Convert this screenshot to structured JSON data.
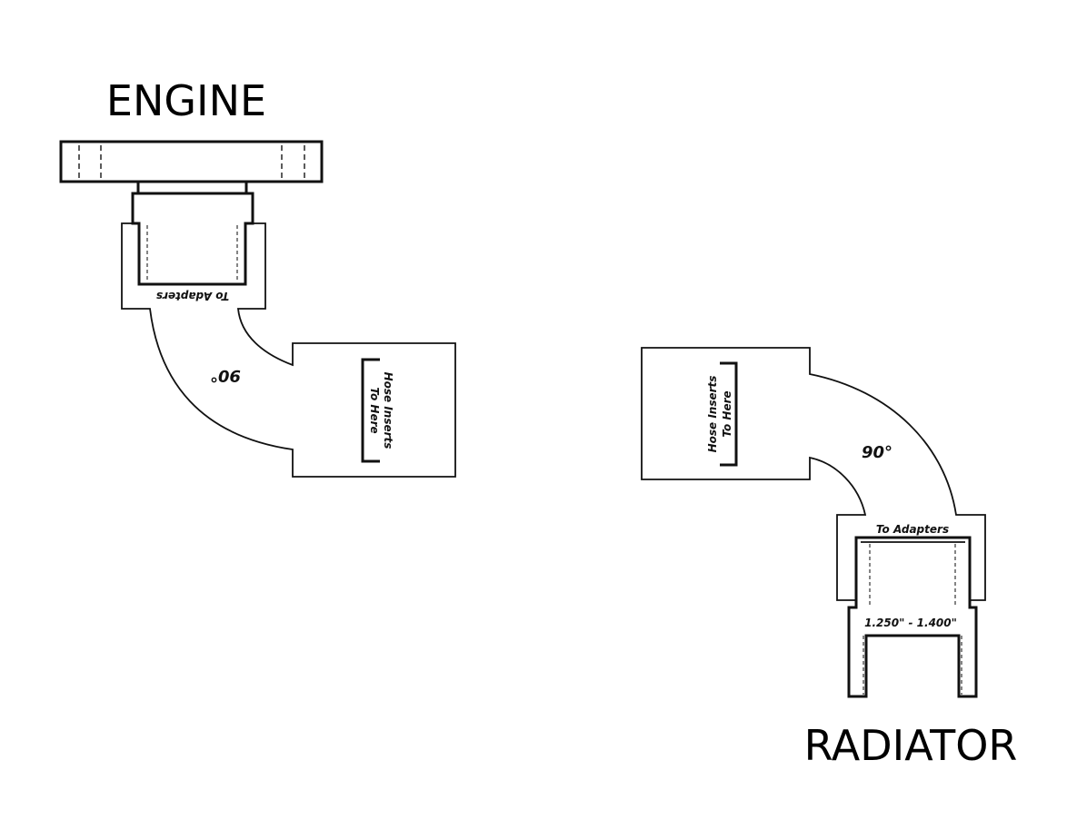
{
  "diagram": {
    "engine_side": {
      "heading": "ENGINE",
      "adapter_label": "To Adapters",
      "angle_label": "90°",
      "hose_label_line1": "Hose Inserts",
      "hose_label_line2": "To Here"
    },
    "radiator_side": {
      "heading": "RADIATOR",
      "adapter_label": "To Adapters",
      "angle_label": "90°",
      "hose_label_line1": "Hose Inserts",
      "hose_label_line2": "To Here",
      "size_range_label": "1.250\" - 1.400\""
    },
    "colors": {
      "line": "#111111",
      "background": "#ffffff"
    }
  }
}
